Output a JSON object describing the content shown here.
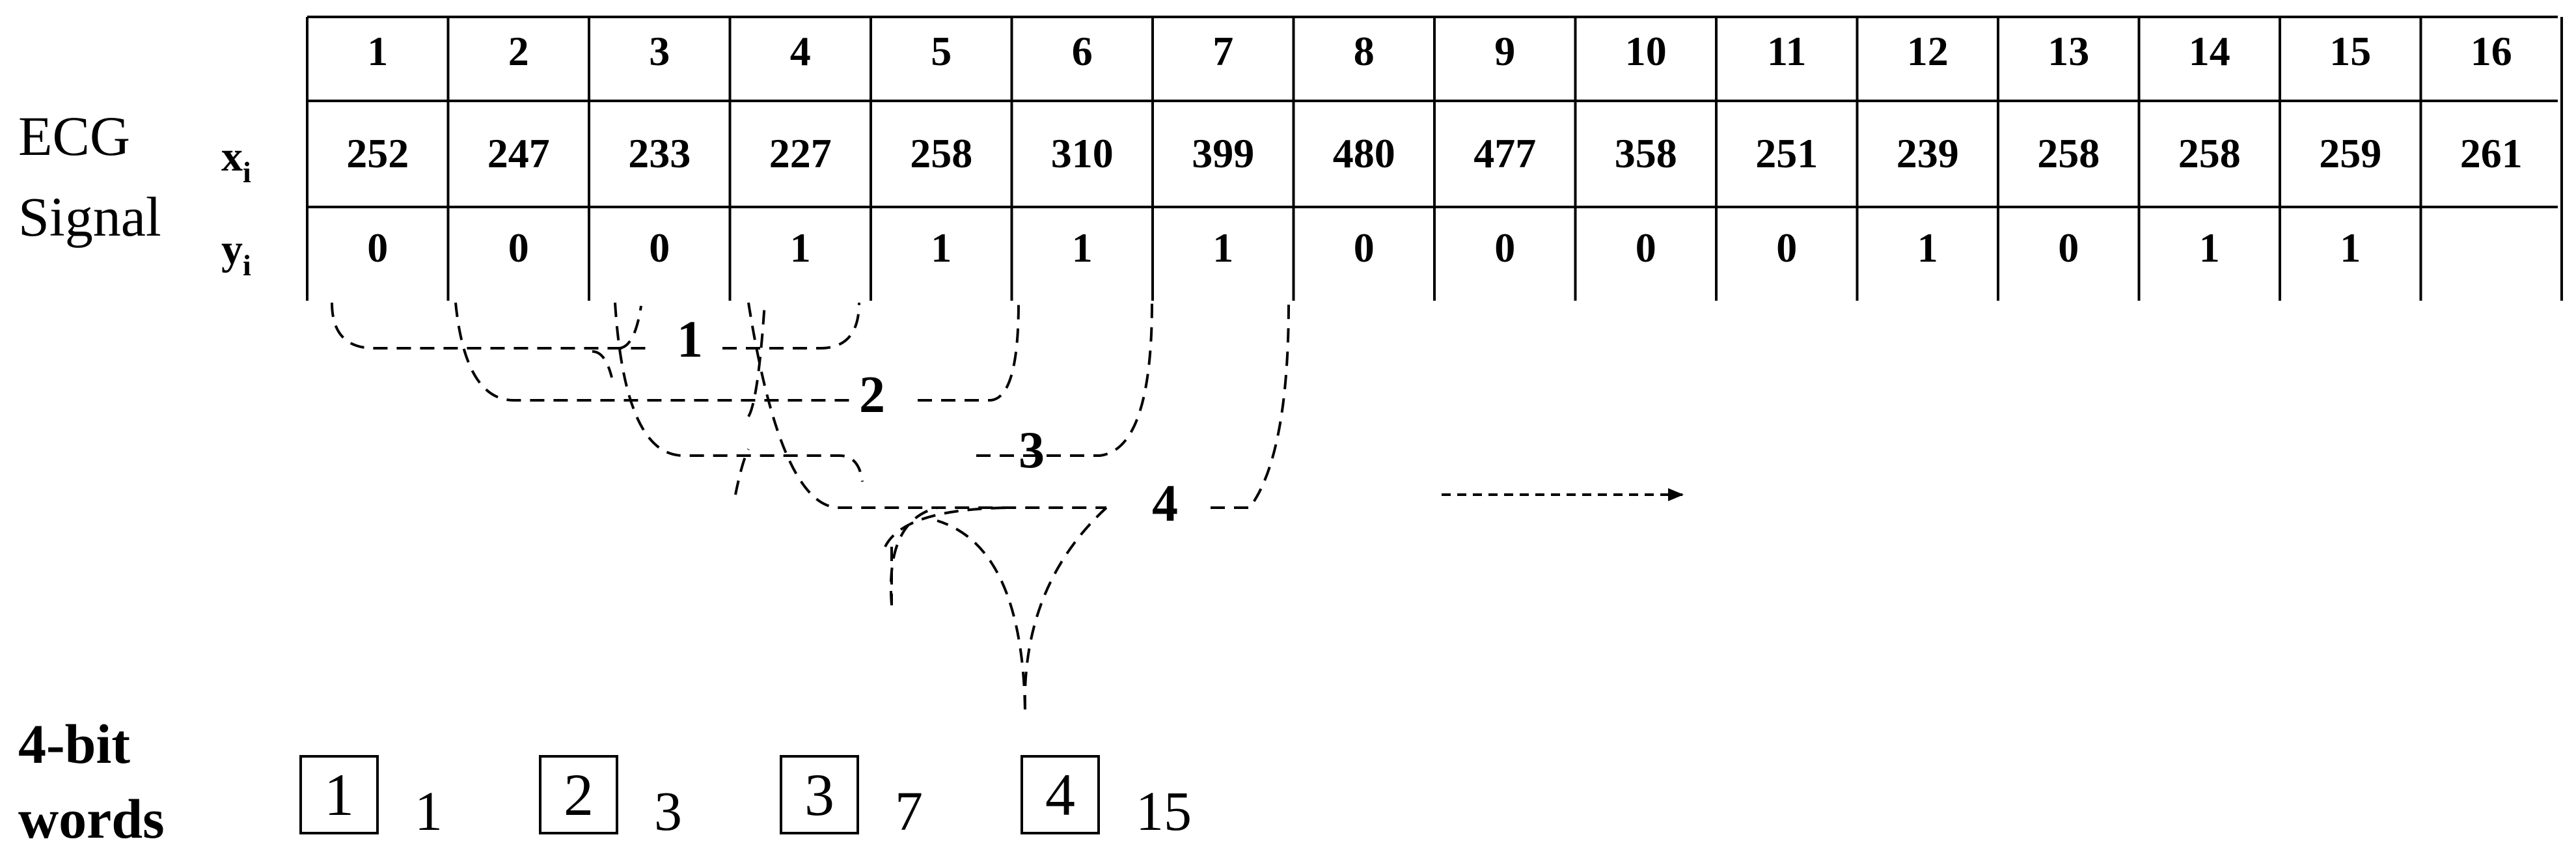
{
  "signal_label_line1": "ECG",
  "signal_label_line2": "Signal",
  "x_label": "x",
  "y_label": "y",
  "subscript": "i",
  "indices": [
    "1",
    "2",
    "3",
    "4",
    "5",
    "6",
    "7",
    "8",
    "9",
    "10",
    "11",
    "12",
    "13",
    "14",
    "15",
    "16"
  ],
  "x_values": [
    "252",
    "247",
    "233",
    "227",
    "258",
    "310",
    "399",
    "480",
    "477",
    "358",
    "251",
    "239",
    "258",
    "258",
    "259",
    "261"
  ],
  "y_values": [
    "0",
    "0",
    "0",
    "1",
    "1",
    "1",
    "1",
    "0",
    "0",
    "0",
    "0",
    "1",
    "0",
    "1",
    "1",
    ""
  ],
  "window_labels": [
    "1",
    "2",
    "3",
    "4"
  ],
  "words_label_line1": "4-bit",
  "words_label_line2": "words",
  "words": [
    {
      "box": "1",
      "value": "1"
    },
    {
      "box": "2",
      "value": "3"
    },
    {
      "box": "3",
      "value": "7"
    },
    {
      "box": "4",
      "value": "15"
    }
  ],
  "arrow": "dashed-right-arrow"
}
